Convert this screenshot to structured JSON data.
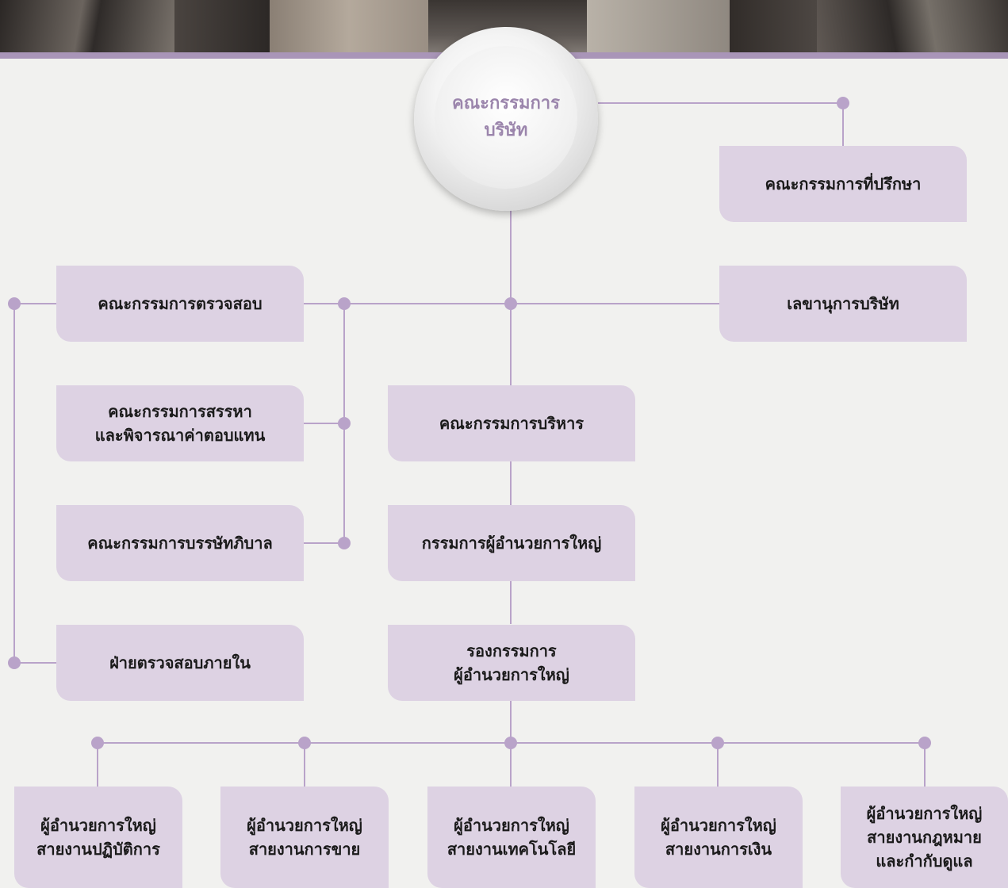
{
  "colors": {
    "box_fill": "#ddd2e3",
    "connector": "#b9a3c9",
    "circle_text": "#9b85ac",
    "header_border": "#a995b8"
  },
  "board": {
    "label": "คณะกรรมการ\nบริษัท"
  },
  "advisory": {
    "label": "คณะกรรมการที่ปรึกษา"
  },
  "secretary": {
    "label": "เลขานุการบริษัท"
  },
  "audit_committee": {
    "label": "คณะกรรมการตรวจสอบ"
  },
  "nomination_committee": {
    "label": "คณะกรรมการสรรหา\nและพิจารณาค่าตอบแทน"
  },
  "governance_committee": {
    "label": "คณะกรรมการบรรษัทภิบาล"
  },
  "internal_audit": {
    "label": "ฝ่ายตรวจสอบภายใน"
  },
  "executive_committee": {
    "label": "คณะกรรมการบริหาร"
  },
  "ceo": {
    "label": "กรรมการผู้อำนวยการใหญ่"
  },
  "deputy_ceo": {
    "label": "รองกรรมการ\nผู้อำนวยการใหญ่"
  },
  "divisions": [
    {
      "label": "ผู้อำนวยการใหญ่\nสายงานปฏิบัติการ"
    },
    {
      "label": "ผู้อำนวยการใหญ่\nสายงานการขาย"
    },
    {
      "label": "ผู้อำนวยการใหญ่\nสายงานเทคโนโลยี"
    },
    {
      "label": "ผู้อำนวยการใหญ่\nสายงานการเงิน"
    },
    {
      "label": "ผู้อำนวยการใหญ่\nสายงานกฎหมาย\nและกำกับดูแล"
    }
  ]
}
